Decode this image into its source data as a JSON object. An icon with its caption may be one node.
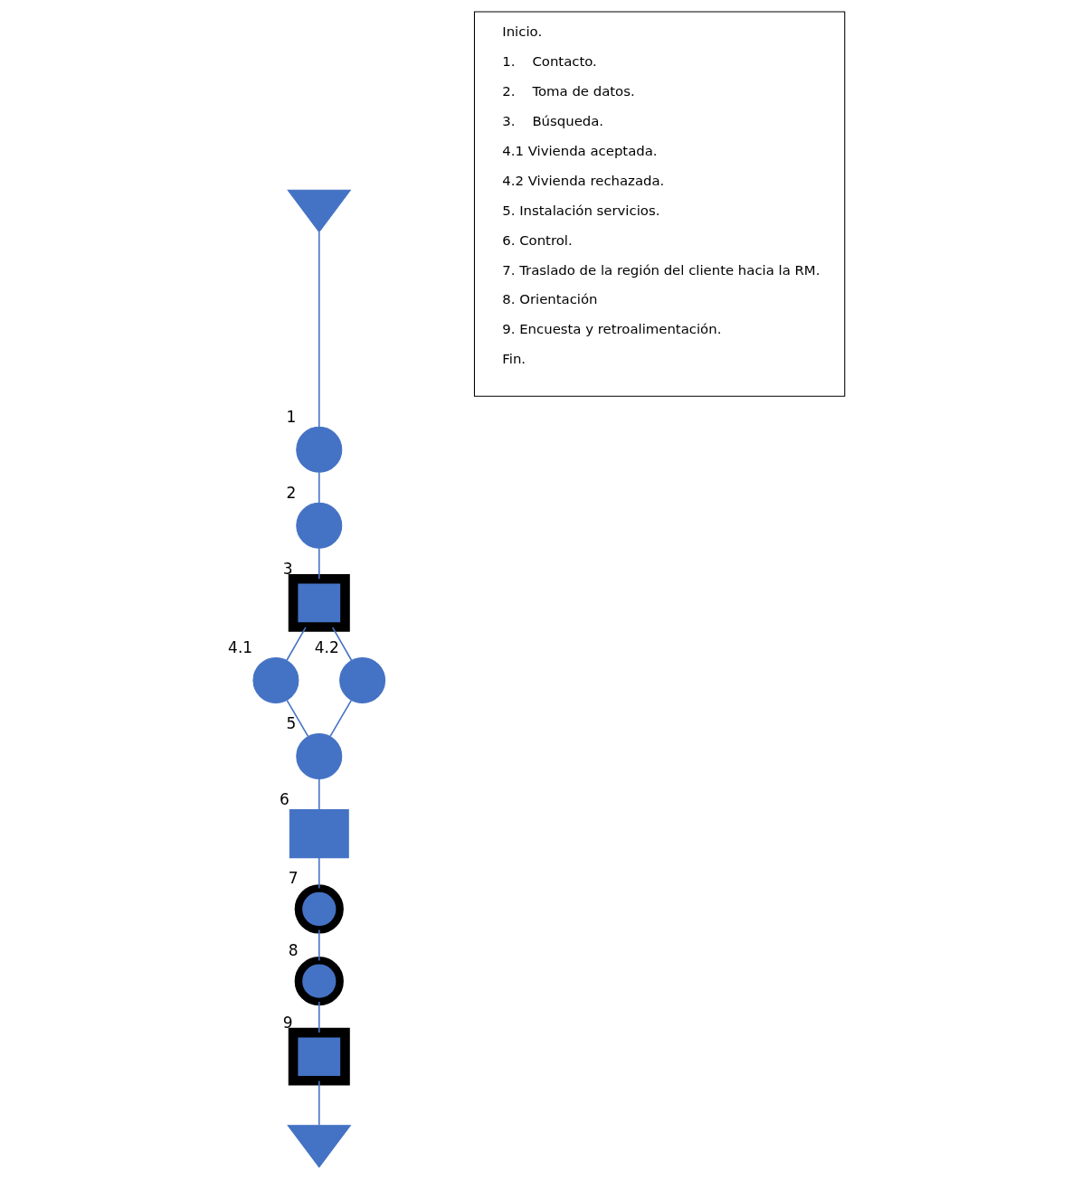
{
  "diagram": {
    "nodes": [
      {
        "text": [],
        "shape": "triangle"
      },
      {
        "text": [],
        "shape": "circle",
        "beside": [
          "1"
        ]
      },
      {
        "text": [],
        "shape": "circle",
        "beside": [
          "2"
        ]
      },
      {
        "text": [],
        "shape": "box",
        "beside": [
          "3"
        ]
      },
      {
        "text": [],
        "shape": "circle",
        "beside": [
          "4.1"
        ]
      },
      {
        "text": [],
        "shape": "circle",
        "beside": [
          "4.2"
        ]
      },
      {
        "text": [],
        "shape": "circle",
        "beside": [
          "5"
        ]
      },
      {
        "text": [],
        "shape": "box",
        "beside": [
          "6"
        ]
      },
      {
        "text": [],
        "shape": "circle",
        "beside": [
          "7"
        ]
      },
      {
        "text": [],
        "shape": "circle",
        "beside": [
          "8"
        ]
      },
      {
        "text": [],
        "shape": "box",
        "beside": [
          "9"
        ]
      },
      {
        "text": [],
        "shape": "triangle"
      },
      {
        "text": [
          "Inicio.",
          "1.    Contacto.",
          "2.    Toma de datos.",
          "3.    Búsqueda.",
          "4.1 Vivienda aceptada.",
          "4.2 Vivienda rechazada.",
          "5. Instalación servicios.",
          "6. Control.",
          "7. Traslado de la región del cliente hacia la RM.",
          "8. Orientación",
          "9. Encuesta y retroalimentación.",
          "Fin."
        ]
      }
    ],
    "edges": [
      {
        "from": 0,
        "to": 1,
        "arrow": "none"
      },
      {
        "from": 1,
        "to": 2,
        "arrow": "none"
      },
      {
        "from": 2,
        "to": 3,
        "arrow": "none"
      },
      {
        "from": 3,
        "to": 4,
        "arrow": "none"
      },
      {
        "from": 3,
        "to": 5,
        "arrow": "none"
      },
      {
        "from": 4,
        "to": 6,
        "arrow": "none"
      },
      {
        "from": 5,
        "to": 6,
        "arrow": "none"
      },
      {
        "from": 6,
        "to": 7,
        "arrow": "none"
      },
      {
        "from": 7,
        "to": 8,
        "arrow": "none"
      },
      {
        "from": 8,
        "to": 9,
        "arrow": "none"
      },
      {
        "from": 9,
        "to": 10,
        "arrow": "none"
      },
      {
        "from": 10,
        "to": 11,
        "arrow": "none"
      }
    ]
  }
}
